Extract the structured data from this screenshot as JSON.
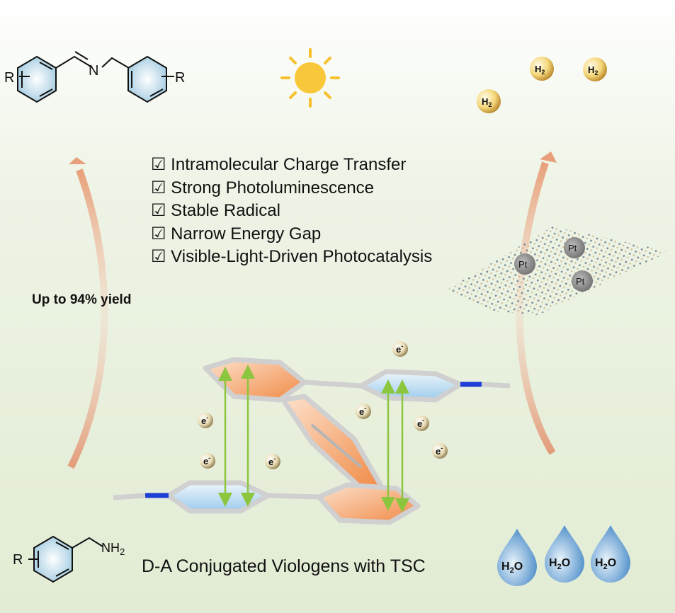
{
  "product": {
    "r_left": "R",
    "r_right": "R",
    "n_label": "N"
  },
  "reactant": {
    "r_label": "R",
    "nh2_label": "NH",
    "nh2_sub": "2"
  },
  "features": [
    "☑ Intramolecular Charge Transfer",
    "☑ Strong Photoluminescence",
    "☑ Stable Radical",
    "☑ Narrow Energy Gap",
    "☑ Visible-Light-Driven Photocatalysis"
  ],
  "yield_label": "Up to 94% yield",
  "catalyst_caption": "D-A Conjugated Viologens with TSC",
  "h2": {
    "label": "H",
    "sub": "2"
  },
  "h2o": {
    "label": "H",
    "sub": "2",
    "tail": "O"
  },
  "electron": {
    "label": "e",
    "sup": "-"
  },
  "pt_label": "Pt",
  "colors": {
    "arrow": "#e8a07a",
    "sun": "#f7c12e",
    "green_arrow": "#8cc63f",
    "nitrogen": "#1e3fd6",
    "orange_ring": "#f19a5c",
    "blue_ring": "#a9d2ee"
  }
}
